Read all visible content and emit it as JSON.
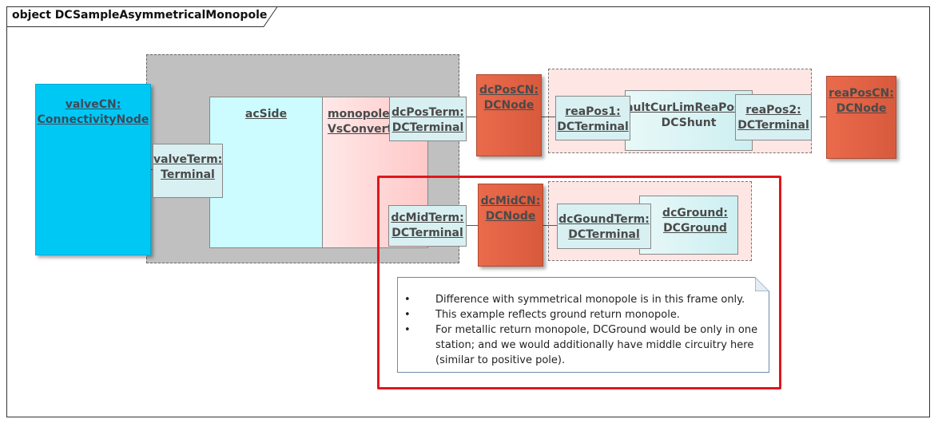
{
  "diagram": {
    "title": "object DCSampleAsymmetricalMonopole",
    "nodes": {
      "valveCN": {
        "line1": "valveCN:",
        "line2": "ConnectivityNode"
      },
      "acSide": {
        "line1": "acSide"
      },
      "monopole": {
        "line1": "monopole:",
        "line2": "VsConverter"
      },
      "valveTerm": {
        "line1": "valveTerm:",
        "line2": "Terminal"
      },
      "dcPosTerm": {
        "line1": "dcPosTerm:",
        "line2": "DCTerminal"
      },
      "dcMidTerm": {
        "line1": "dcMidTerm:",
        "line2": "DCTerminal"
      },
      "dcPosCN": {
        "line1": "dcPosCN:",
        "line2": "DCNode"
      },
      "dcMidCN": {
        "line1": "dcMidCN:",
        "line2": "DCNode"
      },
      "reaPos1": {
        "line1": "reaPos1:",
        "line2": "DCTerminal"
      },
      "faultCurLimReaPos": {
        "line1": "faultCurLimReaPos:",
        "line2": "DCShunt"
      },
      "reaPos2": {
        "line1": "reaPos2:",
        "line2": "DCTerminal"
      },
      "reaPosCN": {
        "line1": "reaPosCN:",
        "line2": "DCNode"
      },
      "dcGoundTerm": {
        "line1": "dcGoundTerm:",
        "line2": "DCTerminal"
      },
      "dcGround": {
        "line1": "dcGround:",
        "line2": "DCGround"
      }
    },
    "note": {
      "items": [
        "Difference with symmetrical monopole is in this frame only.",
        "This example reflects ground return monopole.",
        "For metallic return monopole, DCGround would be only in one station; and we would additionally have middle circuitry here (similar to positive pole)."
      ]
    },
    "colors": {
      "connectivity_node": "#00c8f5",
      "ac_side": "#ccfcff",
      "converter": "#ffdcdc",
      "terminal": "#d8f0f2",
      "dc_node": "#e06040",
      "group_bg": "#c0c0c0",
      "pink_group": "#fde6e4",
      "highlight": "#e0161c"
    }
  }
}
